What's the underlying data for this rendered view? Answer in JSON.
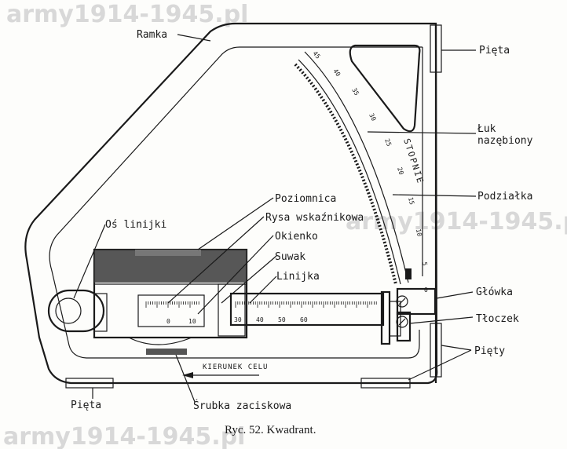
{
  "watermark": "army1914-1945.pl",
  "caption": "Ryc. 52.  Kwadrant.",
  "labels": {
    "ramka": "Ramka",
    "pieta_top": "Pięta",
    "luk": "Łuk",
    "luk2": "nazębiony",
    "podzialka": "Podziałka",
    "poziomnica": "Poziomnica",
    "rysa": "Rysa wskaźnikowa",
    "okienko": "Okienko",
    "suwak": "Suwak",
    "linijka": "Linijka",
    "os": "Oś linijki",
    "glowka": "Główka",
    "tloczek": "Tłoczek",
    "piety": "Pięty",
    "pieta_bottom": "Pięta",
    "srubka": "Śrubka zaciskowa"
  },
  "arc_text": "STOPNIE",
  "direction_text": "KIERUNEK CELU",
  "arc_scale": [
    "45",
    "40",
    "35",
    "30",
    "25",
    "20",
    "15",
    "10",
    "5",
    "0"
  ],
  "window_scale": [
    "0",
    "10"
  ],
  "ruler_scale": [
    "30",
    "40",
    "50",
    "60"
  ]
}
